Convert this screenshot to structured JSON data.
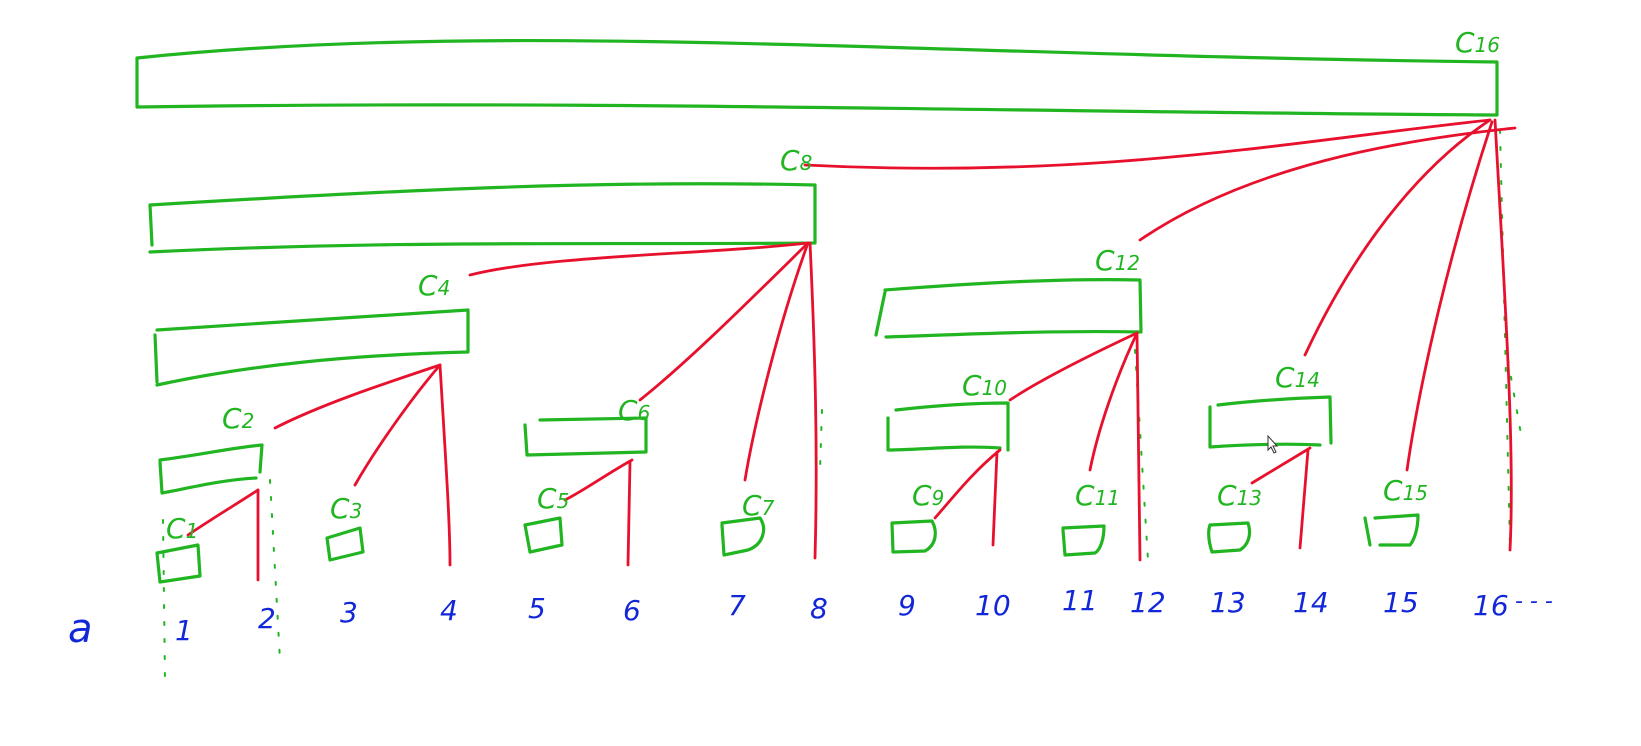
{
  "diagram": {
    "array_label": "a",
    "indices": [
      "1",
      "2",
      "3",
      "4",
      "5",
      "6",
      "7",
      "8",
      "9",
      "10",
      "11",
      "12",
      "13",
      "14",
      "15",
      "16"
    ],
    "continuation": "- - -",
    "nodes": [
      {
        "name": "C",
        "sub": "1"
      },
      {
        "name": "C",
        "sub": "2"
      },
      {
        "name": "C",
        "sub": "3"
      },
      {
        "name": "C",
        "sub": "4"
      },
      {
        "name": "C",
        "sub": "5"
      },
      {
        "name": "C",
        "sub": "6"
      },
      {
        "name": "C",
        "sub": "7"
      },
      {
        "name": "C",
        "sub": "8"
      },
      {
        "name": "C",
        "sub": "9"
      },
      {
        "name": "C",
        "sub": "10"
      },
      {
        "name": "C",
        "sub": "11"
      },
      {
        "name": "C",
        "sub": "12"
      },
      {
        "name": "C",
        "sub": "13"
      },
      {
        "name": "C",
        "sub": "14"
      },
      {
        "name": "C",
        "sub": "15"
      },
      {
        "name": "C",
        "sub": "16"
      }
    ],
    "colors": {
      "range_box": "#22b522",
      "link": "#e8112d",
      "index": "#1228d8"
    }
  }
}
